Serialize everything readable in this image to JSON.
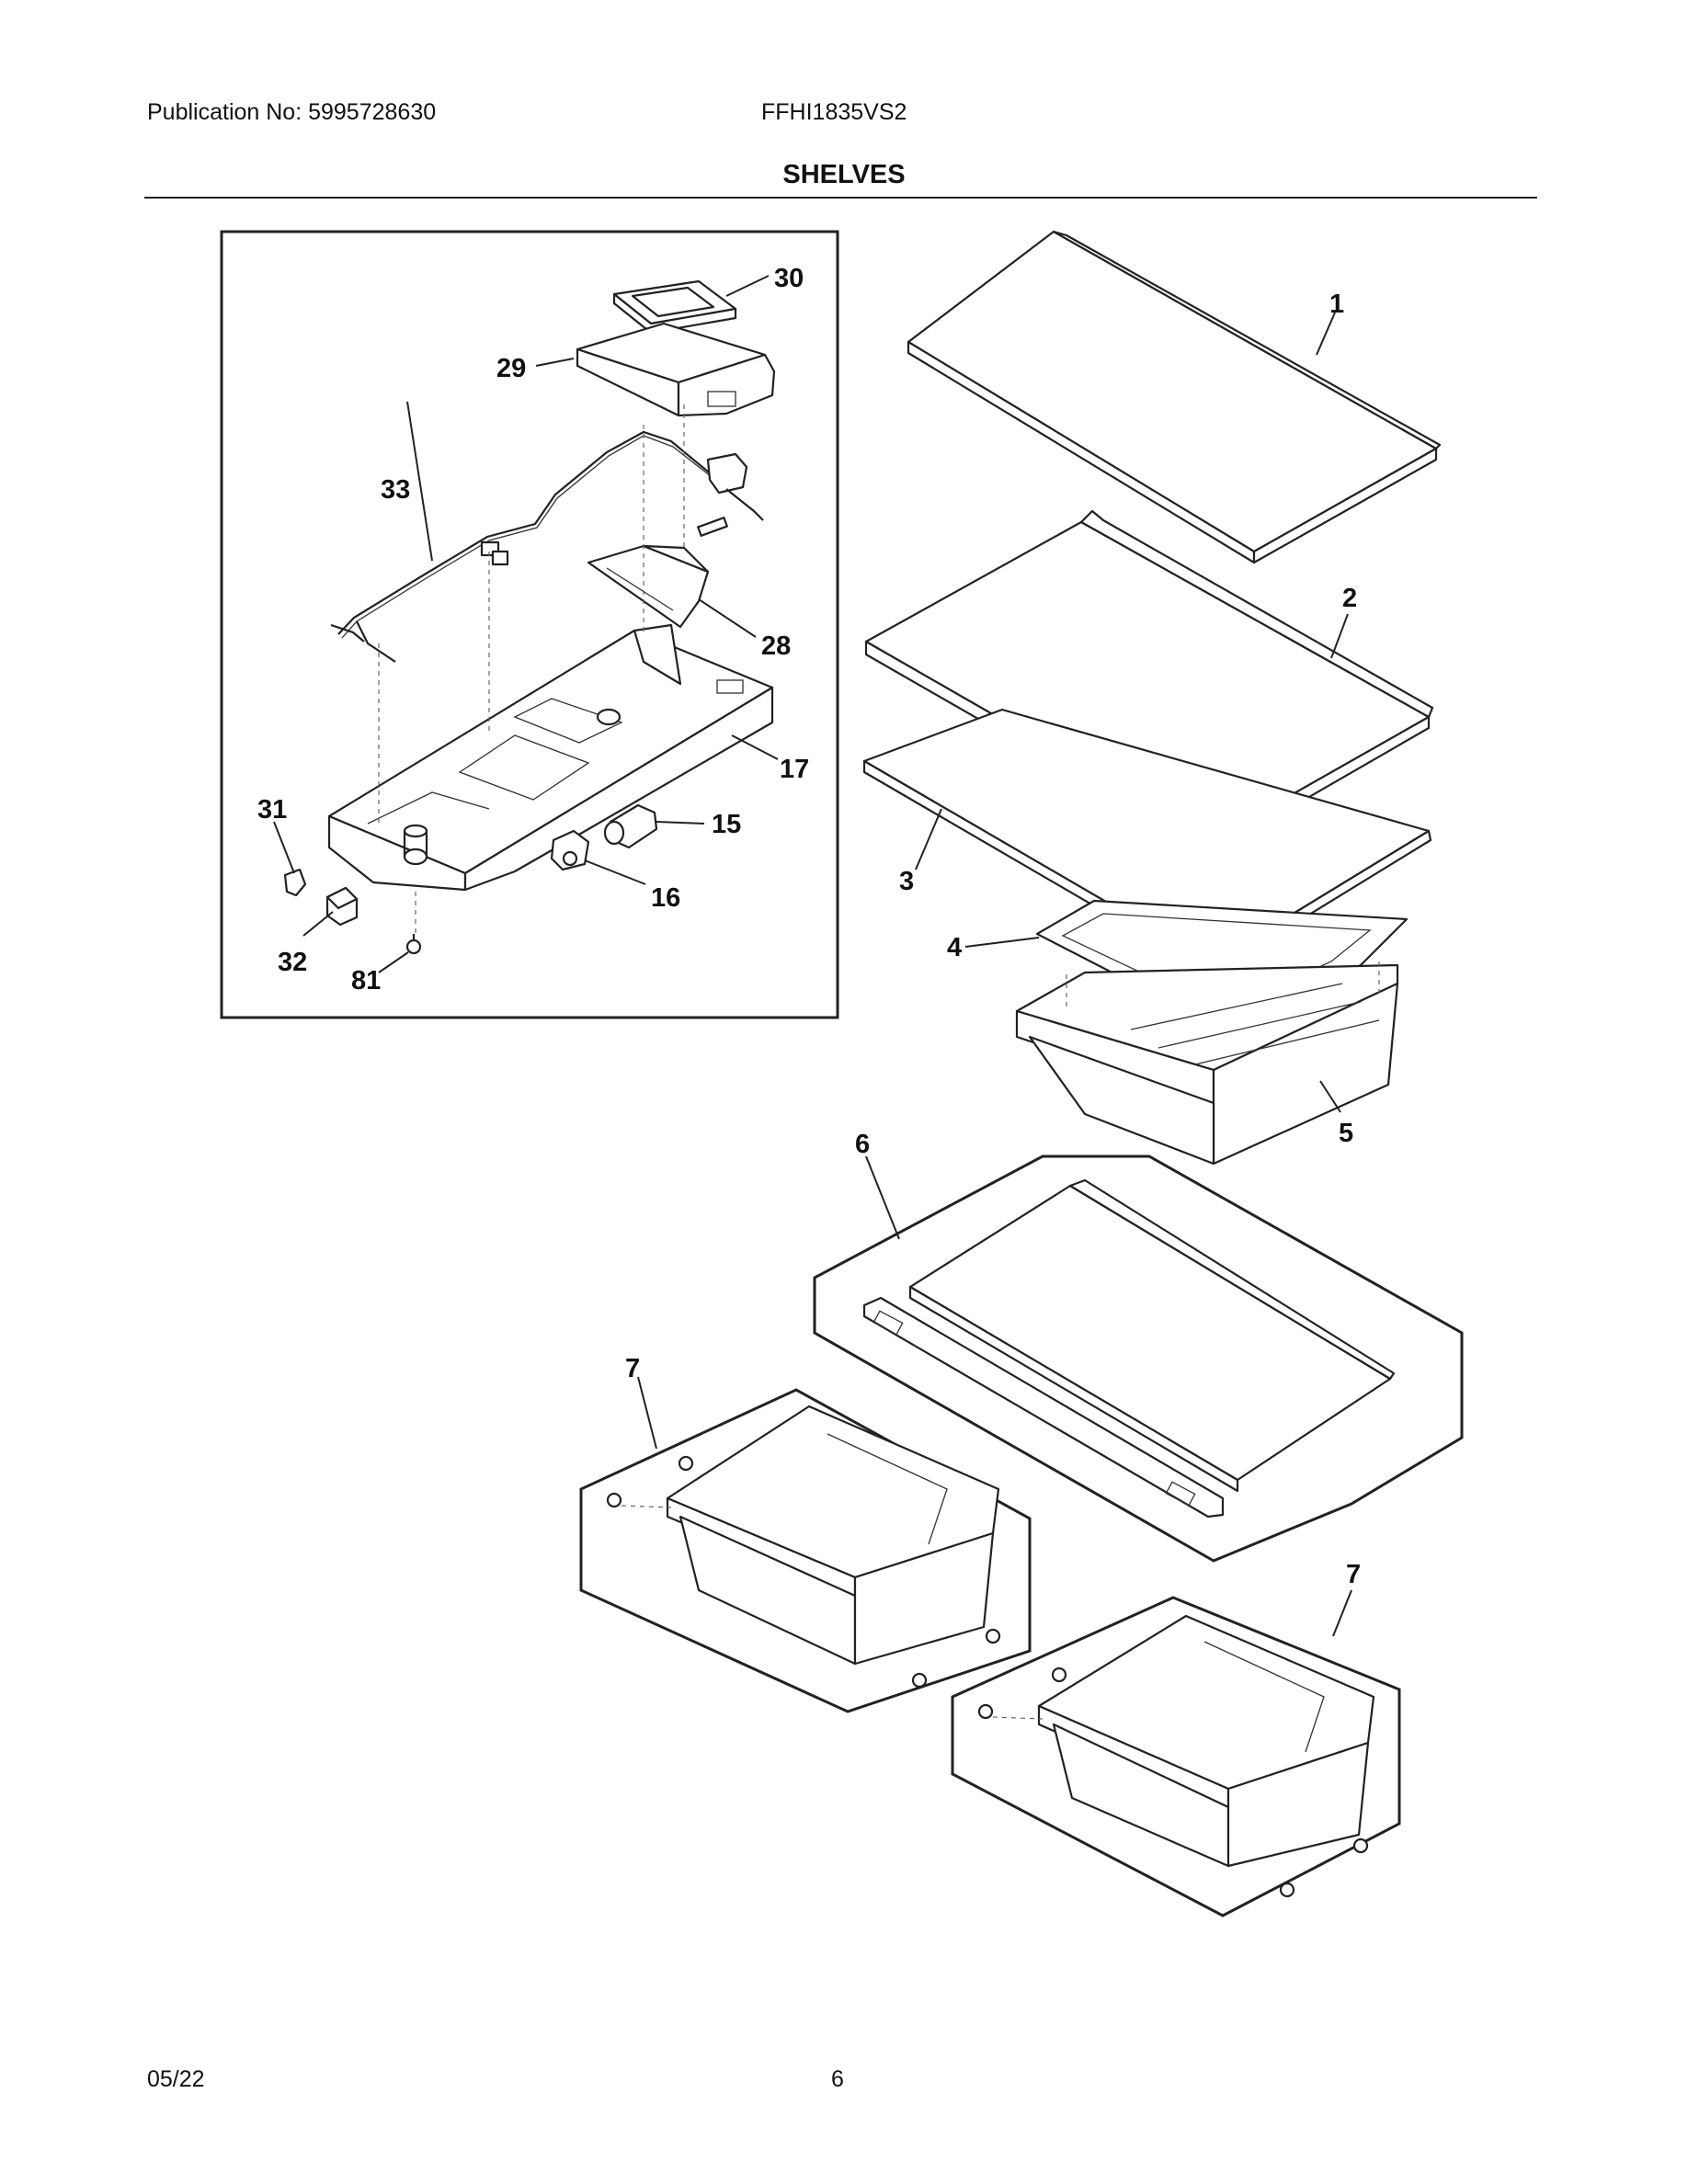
{
  "header": {
    "publication": "Publication No: 5995728630",
    "model": "FFHI1835VS2",
    "title": "SHELVES"
  },
  "footer": {
    "date": "05/22",
    "page": "6"
  },
  "callouts": {
    "c30": "30",
    "c29": "29",
    "c33": "33",
    "c28": "28",
    "c17": "17",
    "c31": "31",
    "c15": "15",
    "c16": "16",
    "c32": "32",
    "c81": "81",
    "c1": "1",
    "c2": "2",
    "c3": "3",
    "c4": "4",
    "c5": "5",
    "c6": "6",
    "c7a": "7",
    "c7b": "7"
  }
}
